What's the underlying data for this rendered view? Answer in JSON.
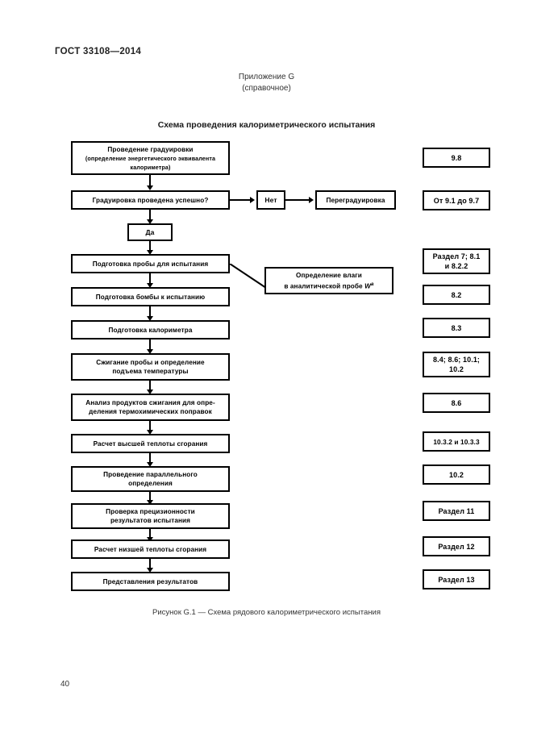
{
  "page": {
    "doc_code": "ГОСТ 33108—2014",
    "page_number": "40",
    "appendix_label": "Приложение G",
    "appendix_kind": "(справочное)",
    "scheme_title": "Схема проведения калориметрического испытания",
    "figure_caption": "Рисунок G.1 — Схема рядового калориметрического испытания"
  },
  "flowchart": {
    "nodes": {
      "calibration": {
        "line1": "Проведение градуировки",
        "line2": "(определение энергетического эквивалента",
        "line3": "калориметра)"
      },
      "calibration_check": {
        "line1": "Градуировка проведена успешно?"
      },
      "no": {
        "line1": "Нет"
      },
      "recalibration": {
        "line1": "Переградуировка"
      },
      "yes": {
        "line1": "Да"
      },
      "sample_prep": {
        "line1": "Подготовка пробы для испытания"
      },
      "moisture": {
        "line1": "Определение влаги",
        "line2_pre": "в аналитической пробе ",
        "line2_sym": "W",
        "line2_sup": "a"
      },
      "bomb_prep": {
        "line1": "Подготовка бомбы к испытанию"
      },
      "calorimeter_prep": {
        "line1": "Подготовка калориметра"
      },
      "combustion": {
        "line1": "Сжигание пробы и определение",
        "line2": "подъема температуры"
      },
      "products_analysis": {
        "line1": "Анализ продуктов сжигания для опре-",
        "line2": "деления термохимических поправок"
      },
      "gross_calc": {
        "line1": "Расчет высшей теплоты сгорания"
      },
      "parallel_determination": {
        "line1": "Проведение параллельного",
        "line2": "определения"
      },
      "precision_check": {
        "line1": "Проверка прецизионности",
        "line2": "результатов испытания"
      },
      "net_calc": {
        "line1": "Расчет низшей теплоты сгорания"
      },
      "report": {
        "line1": "Представления результатов"
      }
    },
    "references": {
      "ref_calibration": {
        "line1": "9.8"
      },
      "ref_calibration_check": {
        "line1": "От 9.1 до 9.7"
      },
      "ref_sample_prep": {
        "line1": "Раздел 7; 8.1",
        "line2": "и 8.2.2"
      },
      "ref_bomb_prep": {
        "line1": "8.2"
      },
      "ref_calorimeter_prep": {
        "line1": "8.3"
      },
      "ref_combustion": {
        "line1": "8.4; 8.6; 10.1;",
        "line2": "10.2"
      },
      "ref_products_analysis": {
        "line1": "8.6"
      },
      "ref_gross_calc": {
        "line1": "10.3.2 и 10.3.3"
      },
      "ref_parallel_determination": {
        "line1": "10.2"
      },
      "ref_precision_check": {
        "line1": "Раздел 11"
      },
      "ref_net_calc": {
        "line1": "Раздел 12"
      },
      "ref_report": {
        "line1": "Раздел 13"
      }
    }
  }
}
